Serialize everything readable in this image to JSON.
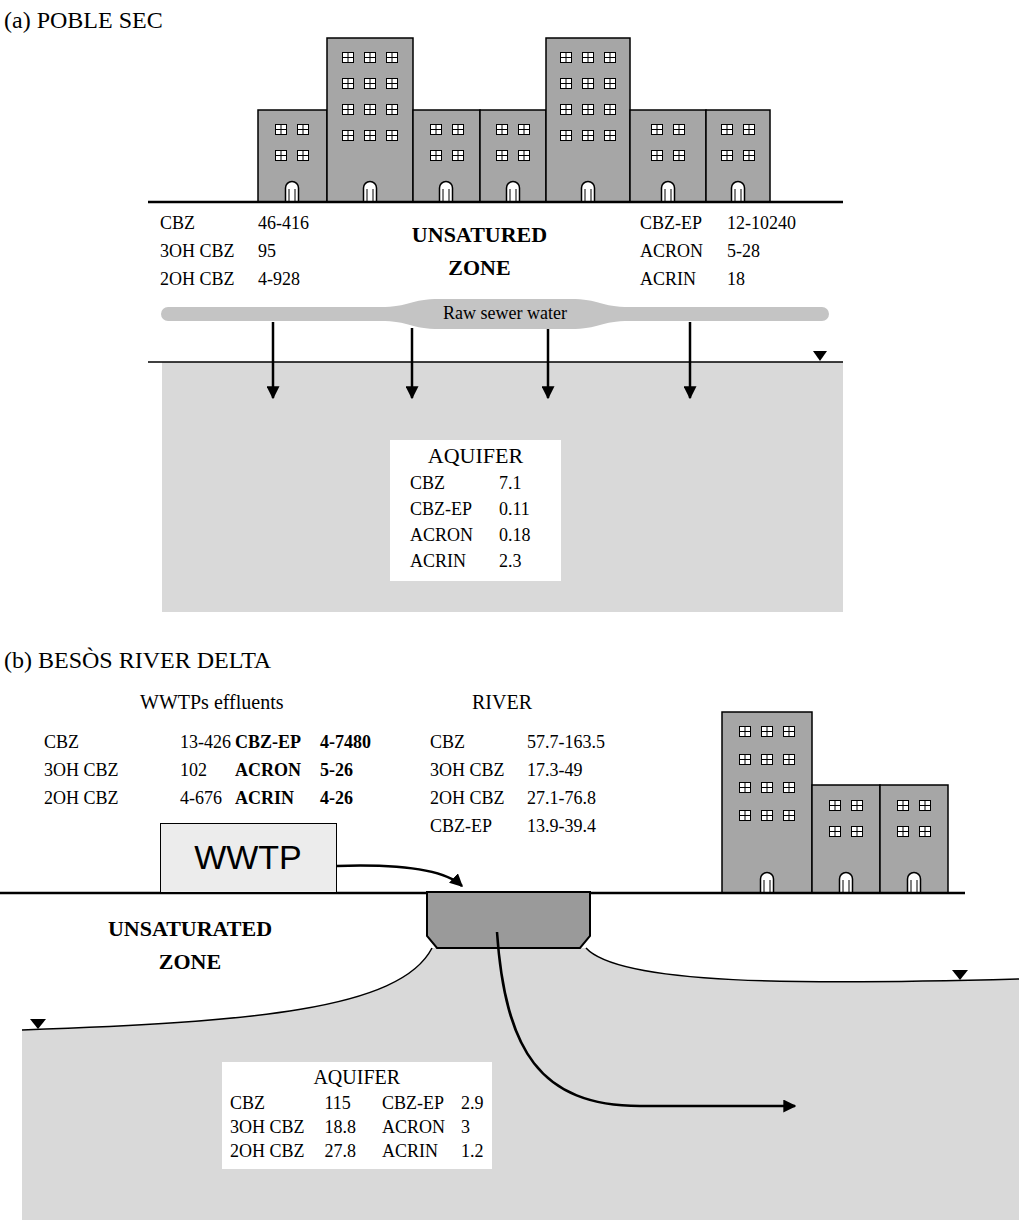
{
  "diagram": {
    "nodes": [
      {
        "text": [
          "Raw sewer water"
        ]
      },
      {
        "text": [
          "AQUIFER",
          "CBZ",
          "7.1",
          "CBZ-EP",
          "0.11",
          "ACRON",
          "0.18",
          "ACRIN",
          "2.3"
        ]
      },
      {
        "text": [
          "WWTP"
        ]
      },
      {
        "text": [
          "AQUIFER",
          "CBZ",
          "115",
          "CBZ-EP",
          "2.9",
          "3OH CBZ",
          "18.8",
          "ACRON",
          "3",
          "2OH CBZ",
          "27.8",
          "ACRIN",
          "1.2"
        ]
      }
    ],
    "labels": [
      "(a) POBLE SEC",
      "CBZ",
      "46-416",
      "3OH CBZ",
      "95",
      "2OH CBZ",
      "4-928",
      "UNSATURED ZONE",
      "CBZ-EP",
      "12-10240",
      "ACRON",
      "5-28",
      "ACRIN",
      "18",
      "(b) BESÒS RIVER DELTA",
      "WWTPs effluents",
      "CBZ",
      "13-426",
      "3OH CBZ",
      "102",
      "2OH CBZ",
      "4-676",
      "CBZ-EP",
      "4-7480",
      "ACRON",
      "5-26",
      "ACRIN",
      "4-26",
      "RIVER",
      "CBZ",
      "57.7-163.5",
      "3OH CBZ",
      "17.3-49",
      "2OH CBZ",
      "27.1-76.8",
      "CBZ-EP",
      "13.9-39.4",
      "UNSATURATED ZONE"
    ]
  }
}
